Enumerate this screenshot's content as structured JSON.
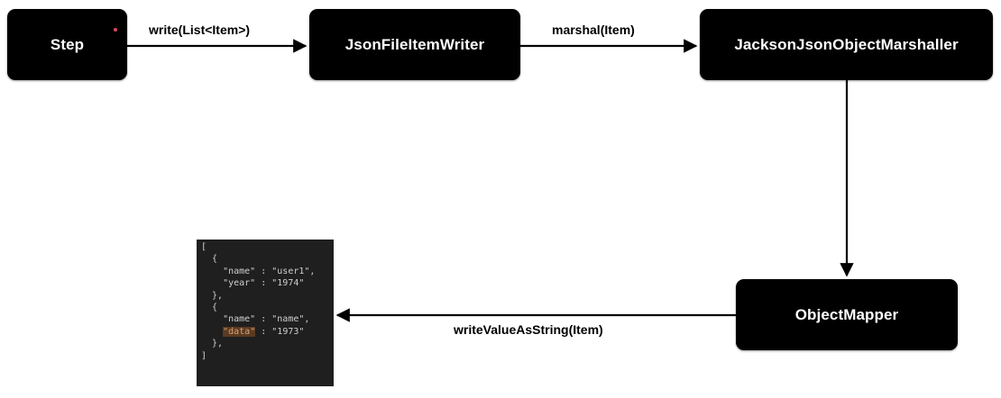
{
  "nodes": {
    "step": "Step",
    "writer": "JsonFileItemWriter",
    "marshaller": "JacksonJsonObjectMarshaller",
    "mapper": "ObjectMapper"
  },
  "edges": {
    "step_to_writer": "write(List<Item>)",
    "writer_to_marshaller": "marshal(Item)",
    "mapper_to_output": "writeValueAsString(Item)"
  },
  "json_output": {
    "lines": [
      {
        "text": "["
      },
      {
        "text": "  {"
      },
      {
        "text": "    \"name\" : \"user1\","
      },
      {
        "text": "    \"year\" : \"1974\""
      },
      {
        "text": "  },"
      },
      {
        "text": "  {"
      },
      {
        "text": "    \"name\" : \"name\","
      },
      {
        "text": "    ",
        "highlight": "\"data\"",
        "after": " : \"1973\""
      },
      {
        "text": "  },"
      },
      {
        "text": "]"
      }
    ]
  },
  "colors": {
    "node_bg": "#000000",
    "node_text": "#ffffff",
    "code_bg": "#1f1f1f",
    "code_text": "#cfcfcf",
    "highlight_bg": "#5a3a22"
  }
}
